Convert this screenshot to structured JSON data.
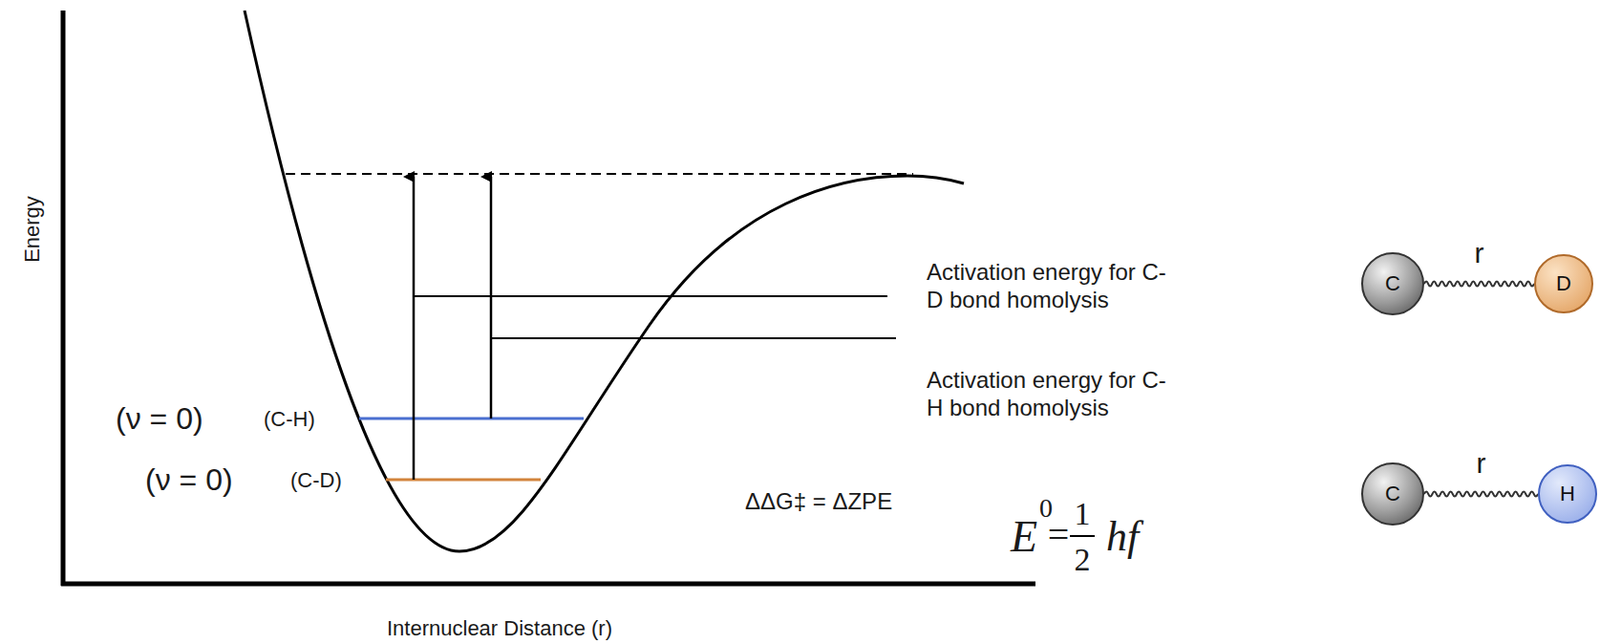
{
  "diagram": {
    "nodes": [
      {
        "text": [
          "C"
        ]
      },
      {
        "text": [
          "D"
        ]
      },
      {
        "text": [
          "C"
        ]
      },
      {
        "text": [
          "H"
        ]
      }
    ],
    "edges": [
      {
        "from": 0,
        "to": 1,
        "label": "r",
        "arrow": "none"
      },
      {
        "from": 2,
        "to": 3,
        "label": "r",
        "arrow": "none"
      }
    ],
    "labels": [
      "Energy",
      "Internuclear Distance (r)",
      "(ν = 0)",
      "(C-H)",
      "(ν = 0)",
      "(C-D)",
      "Activation energy for C-D bond homolysis",
      "Activation energy for C-H bond homolysis",
      "ΔΔG‡ = ΔZPE",
      "E",
      "0",
      "=",
      "1",
      "2",
      "hf"
    ]
  }
}
